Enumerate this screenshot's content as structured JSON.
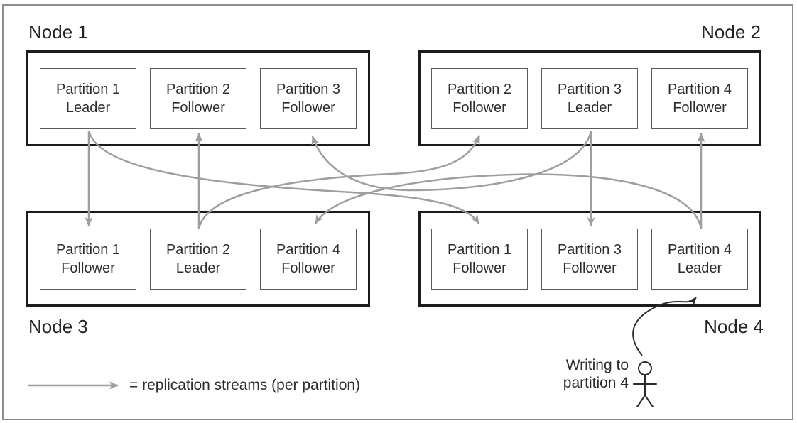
{
  "colors": {
    "background": "#ffffff",
    "frame_border": "#8d8d8d",
    "node_border": "#1b1b1b",
    "partition_border": "#5a5a5a",
    "text": "#2d2d2d",
    "replication_arrow": "#9e9e9e",
    "writing_arrow": "#2b2b2b"
  },
  "nodes": [
    {
      "label": "Node 1",
      "label_position": "top-left",
      "partitions": [
        {
          "line1": "Partition 1",
          "line2": "Leader"
        },
        {
          "line1": "Partition 2",
          "line2": "Follower"
        },
        {
          "line1": "Partition 3",
          "line2": "Follower"
        }
      ]
    },
    {
      "label": "Node 2",
      "label_position": "top-right",
      "partitions": [
        {
          "line1": "Partition 2",
          "line2": "Follower"
        },
        {
          "line1": "Partition 3",
          "line2": "Leader"
        },
        {
          "line1": "Partition 4",
          "line2": "Follower"
        }
      ]
    },
    {
      "label": "Node 3",
      "label_position": "bottom-left",
      "partitions": [
        {
          "line1": "Partition 1",
          "line2": "Follower"
        },
        {
          "line1": "Partition 2",
          "line2": "Leader"
        },
        {
          "line1": "Partition 4",
          "line2": "Follower"
        }
      ]
    },
    {
      "label": "Node 4",
      "label_position": "bottom-right",
      "partitions": [
        {
          "line1": "Partition 1",
          "line2": "Follower"
        },
        {
          "line1": "Partition 3",
          "line2": "Follower"
        },
        {
          "line1": "Partition 4",
          "line2": "Leader"
        }
      ]
    }
  ],
  "replication_streams": [
    {
      "partition": "Partition 1",
      "from": "Node 1",
      "to": "Node 3"
    },
    {
      "partition": "Partition 1",
      "from": "Node 1",
      "to": "Node 4"
    },
    {
      "partition": "Partition 2",
      "from": "Node 3",
      "to": "Node 1"
    },
    {
      "partition": "Partition 2",
      "from": "Node 3",
      "to": "Node 2"
    },
    {
      "partition": "Partition 3",
      "from": "Node 2",
      "to": "Node 1"
    },
    {
      "partition": "Partition 3",
      "from": "Node 2",
      "to": "Node 4"
    },
    {
      "partition": "Partition 4",
      "from": "Node 4",
      "to": "Node 2"
    },
    {
      "partition": "Partition 4",
      "from": "Node 4",
      "to": "Node 3"
    }
  ],
  "legend": {
    "label": "= replication streams (per partition)"
  },
  "annotation": {
    "line1": "Writing to",
    "line2": "partition 4",
    "target": "Node 4 / Partition 4 Leader",
    "icon": "stick-figure-person"
  }
}
